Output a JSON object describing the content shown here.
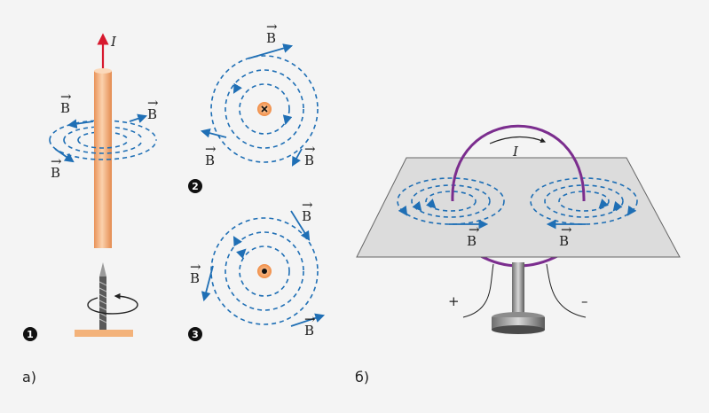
{
  "labels": {
    "current": "I",
    "field": "B",
    "field_vector": "→"
  },
  "captions": {
    "part_a": "а)",
    "part_b": "б)"
  },
  "badges": [
    "1",
    "2",
    "3"
  ],
  "signs": {
    "plus": "+",
    "minus": "–"
  },
  "colors": {
    "field_lines": "#1f6fb5",
    "current_arrow": "#d7192e",
    "wire": "#f3b27a",
    "loop": "#7b2d8e",
    "plane": "#dcdcdc"
  },
  "icons": {
    "current_out": "dot-icon",
    "current_in": "cross-icon",
    "compass_rotation": "rotation-arrow-icon"
  }
}
